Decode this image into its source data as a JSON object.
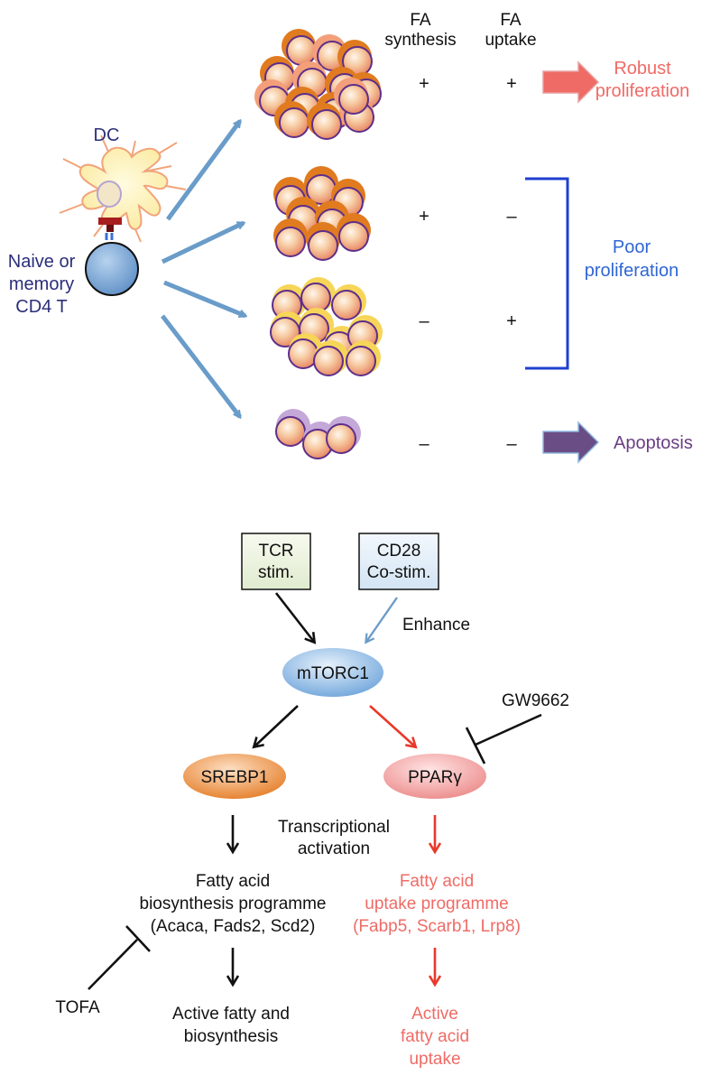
{
  "top_panel": {
    "column_headers": {
      "fa_synthesis": [
        "FA",
        "synthesis"
      ],
      "fa_uptake": [
        "FA",
        "uptake"
      ]
    },
    "dc_label": "DC",
    "tcell_label": [
      "Naive or",
      "memory",
      "CD4 T"
    ],
    "rows": [
      {
        "synthesis": "+",
        "uptake": "+"
      },
      {
        "synthesis": "+",
        "uptake": "–"
      },
      {
        "synthesis": "–",
        "uptake": "+"
      },
      {
        "synthesis": "–",
        "uptake": "–"
      }
    ],
    "outcome_robust": [
      "Robust",
      "proliferation"
    ],
    "outcome_poor": [
      "Poor",
      "proliferation"
    ],
    "outcome_apoptosis": "Apoptosis"
  },
  "bottom_panel": {
    "tcr_box": [
      "TCR",
      "stim."
    ],
    "cd28_box": [
      "CD28",
      "Co-stim."
    ],
    "enhance_label": "Enhance",
    "mtorc1": "mTORC1",
    "gw9662": "GW9662",
    "srebp1": "SREBP1",
    "ppar": "PPARγ",
    "transcriptional_activation": [
      "Transcriptional",
      "activation"
    ],
    "synthesis_program": [
      "Fatty acid",
      "biosynthesis programme",
      "(Acaca, Fads2, Scd2)"
    ],
    "uptake_program": [
      "Fatty acid",
      "uptake programme",
      "(Fabp5, Scarb1, Lrp8)"
    ],
    "tofa": "TOFA",
    "active_synthesis": [
      "Active fatty and",
      "biosynthesis"
    ],
    "active_uptake": [
      "Active",
      "fatty acid",
      "uptake"
    ]
  },
  "colors": {
    "arrow_blue": "#6a9cc9",
    "red": "#e8392a",
    "salmon": "#ef6b66",
    "poor_blue": "#2f66d4",
    "bracket_blue": "#1f3fd0",
    "navy_text": "#2b2f7a",
    "purple_text": "#6a3e82",
    "dark_orange": "#e07b1f",
    "yellow_rim": "#f7d558",
    "lavender": "#c4a8d8"
  }
}
